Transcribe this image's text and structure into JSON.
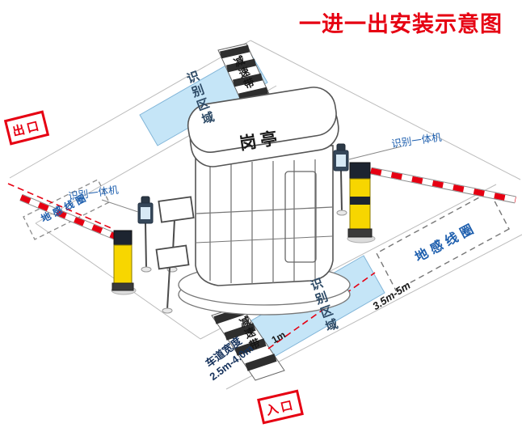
{
  "title": "一进一出安装示意图",
  "labels": {
    "exit": "出口",
    "entrance": "入口",
    "booth": "岗亭",
    "recognition_zone": "识别区域",
    "speed_bump": "减速带",
    "ground_loop": "地感线圈",
    "recognition_machine": "识别一体机"
  },
  "dimensions": {
    "zone_to_loop": "3.5m-5m",
    "lane_width_label": "车道宽度",
    "lane_width_value": "2.5m-4.0m",
    "zone_length": "1m"
  },
  "colors": {
    "accent_red": "#e60012",
    "zone_fill": "#bfe3f7",
    "barrier_yellow": "#f7d600",
    "label_blue": "#1e5fae"
  }
}
